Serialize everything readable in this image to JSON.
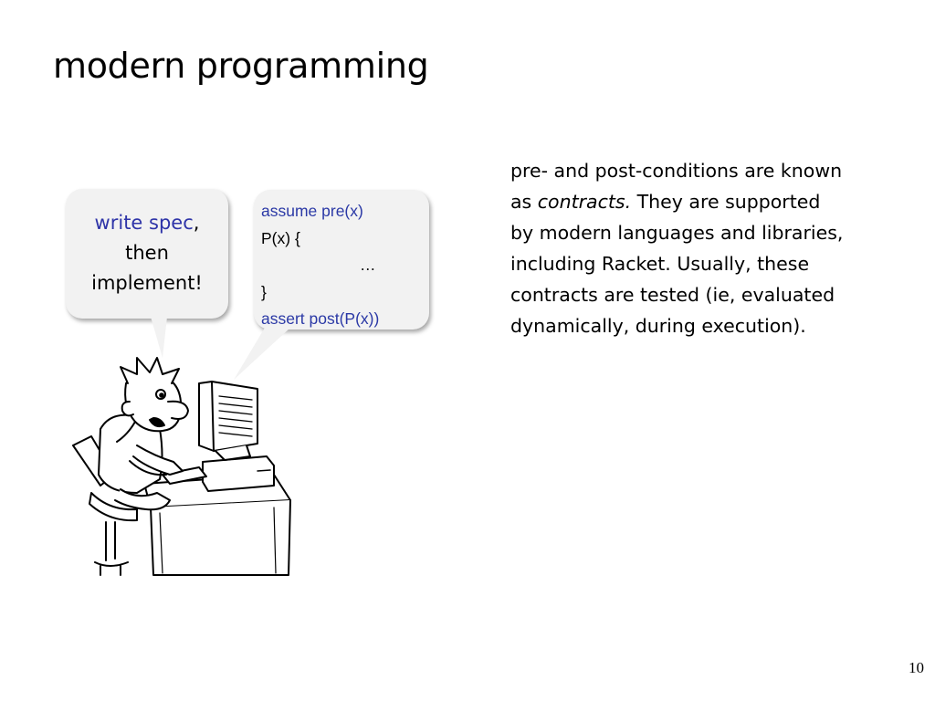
{
  "slide": {
    "title": "modern programming",
    "page_number": "10"
  },
  "bubble_left": {
    "highlight": "write spec",
    "comma": ",",
    "line2": "then",
    "line3": "implement!"
  },
  "bubble_right": {
    "lines": [
      "assume pre(x)",
      "P(x) {",
      "…",
      "}",
      "assert post(P(x))"
    ]
  },
  "body": {
    "line1": "pre- and post-conditions are known",
    "line2_pre": "as ",
    "line2_em": "contracts.",
    "line2_post": "  They are supported",
    "line3": "by modern languages and libraries,",
    "line4": "including Racket.  Usually, these",
    "line5": "contracts are tested (ie, evaluated",
    "line6": "dynamically, during execution)."
  },
  "colors": {
    "accent_blue": "#2e34a8",
    "bubble_fill": "#f2f2f2"
  },
  "icons": {
    "illustration": "programmer-at-computer-icon"
  }
}
